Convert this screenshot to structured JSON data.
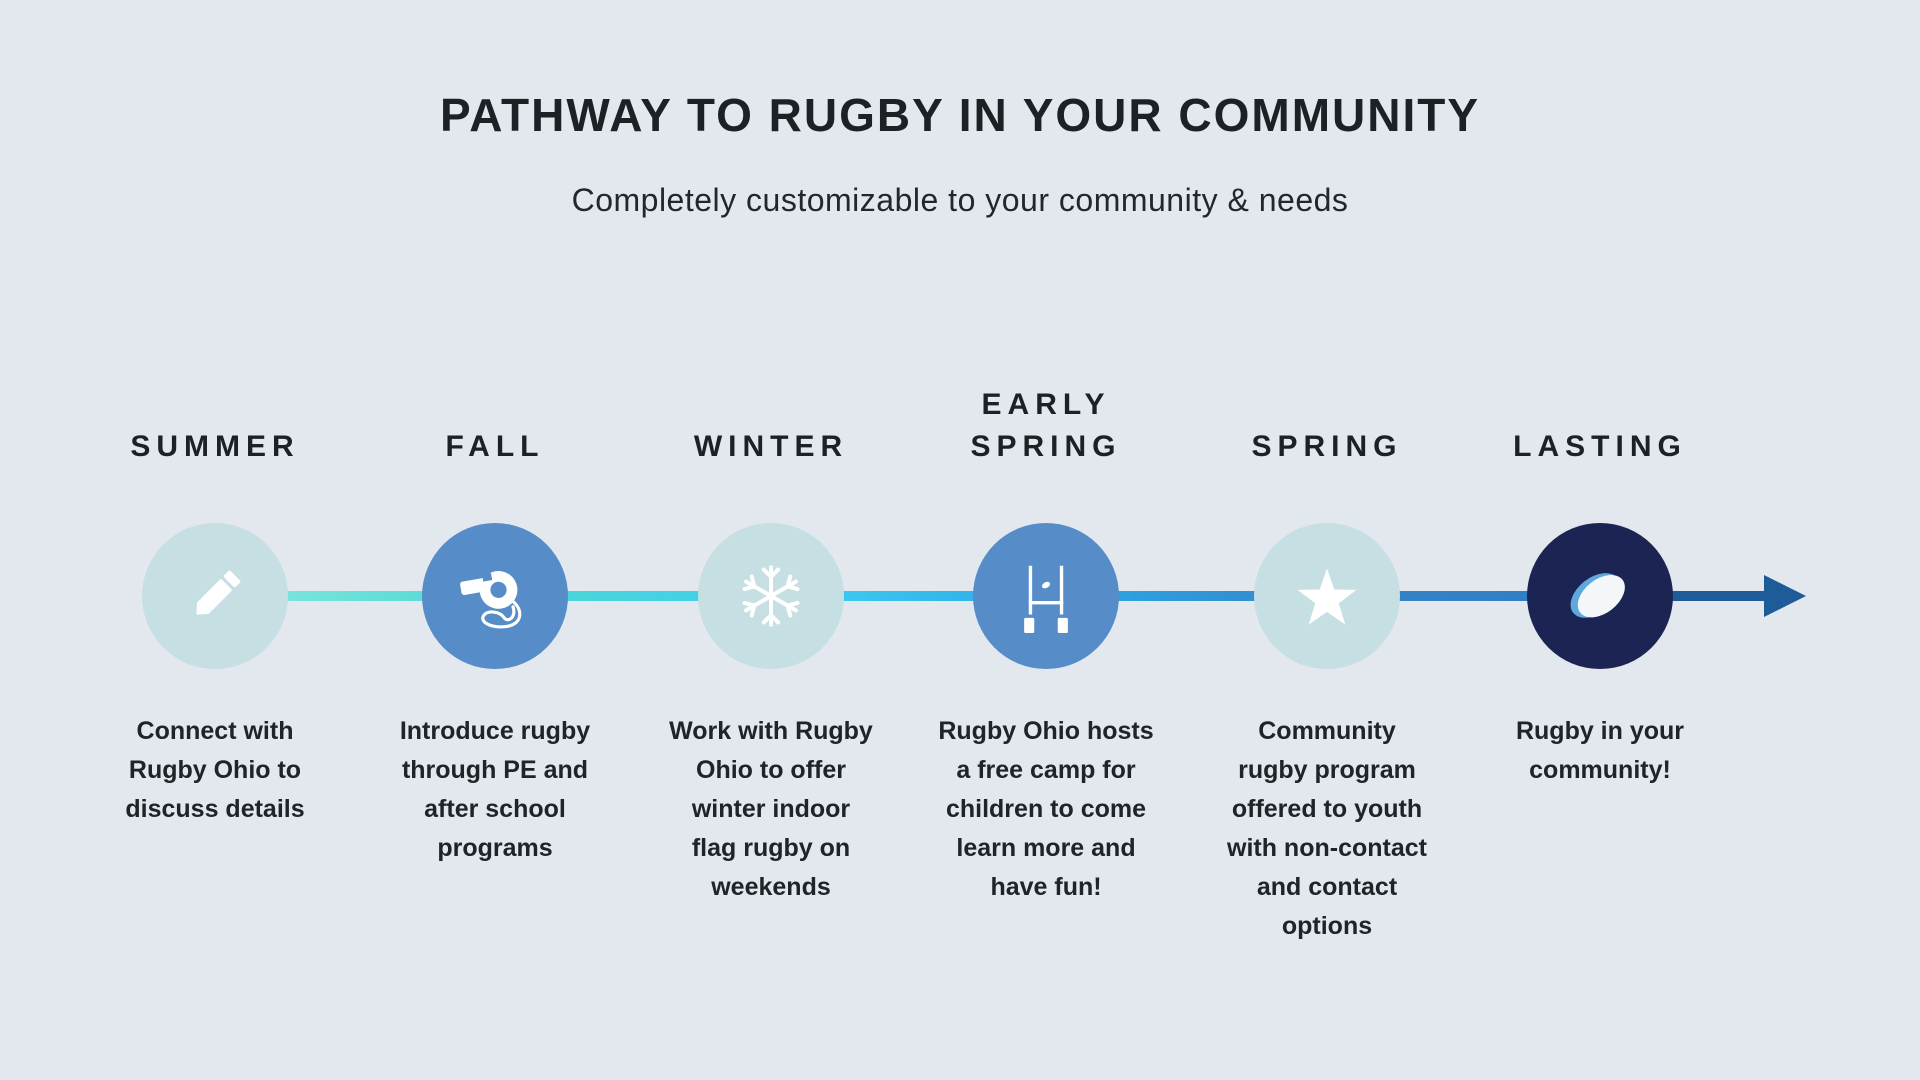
{
  "page": {
    "title": "PATHWAY TO RUGBY IN YOUR COMMUNITY",
    "subtitle": "Completely customizable to your community & needs"
  },
  "colors": {
    "background": "#e3e8ee",
    "text": "#1d2024",
    "light_circle": "#c6dfe3",
    "mid_blue_circle": "#568cc8",
    "dark_navy_circle": "#1b2453",
    "line_gradient": [
      "#86e8e0",
      "#4dd8d2",
      "#3ecdf1",
      "#2ba6e3",
      "#3583c7"
    ],
    "arrow": "#1e5c99",
    "ball_accent": "#5ea8dc"
  },
  "timeline": {
    "stages": [
      {
        "label": "SUMMER",
        "icon": "pencil-icon",
        "circle_color": "#c6dfe3",
        "description": "Connect with\nRugby Ohio to\ndiscuss details"
      },
      {
        "label": "FALL",
        "icon": "whistle-icon",
        "circle_color": "#568cc8",
        "description": "Introduce rugby\nthrough PE and\nafter school\nprograms"
      },
      {
        "label": "WINTER",
        "icon": "snowflake-icon",
        "circle_color": "#c6dfe3",
        "description": "Work with Rugby\nOhio to offer\nwinter indoor\nflag rugby on\nweekends"
      },
      {
        "label": "EARLY\nSPRING",
        "icon": "goalposts-icon",
        "circle_color": "#568cc8",
        "description": "Rugby Ohio hosts\na free camp for\nchildren to come\nlearn more and\nhave fun!"
      },
      {
        "label": "SPRING",
        "icon": "star-icon",
        "circle_color": "#c6dfe3",
        "description": "Community\nrugby program\noffered to youth\nwith non-contact\nand contact\noptions"
      },
      {
        "label": "LASTING",
        "icon": "rugby-ball-icon",
        "circle_color": "#1b2453",
        "description": "Rugby in your\ncommunity!"
      }
    ]
  }
}
